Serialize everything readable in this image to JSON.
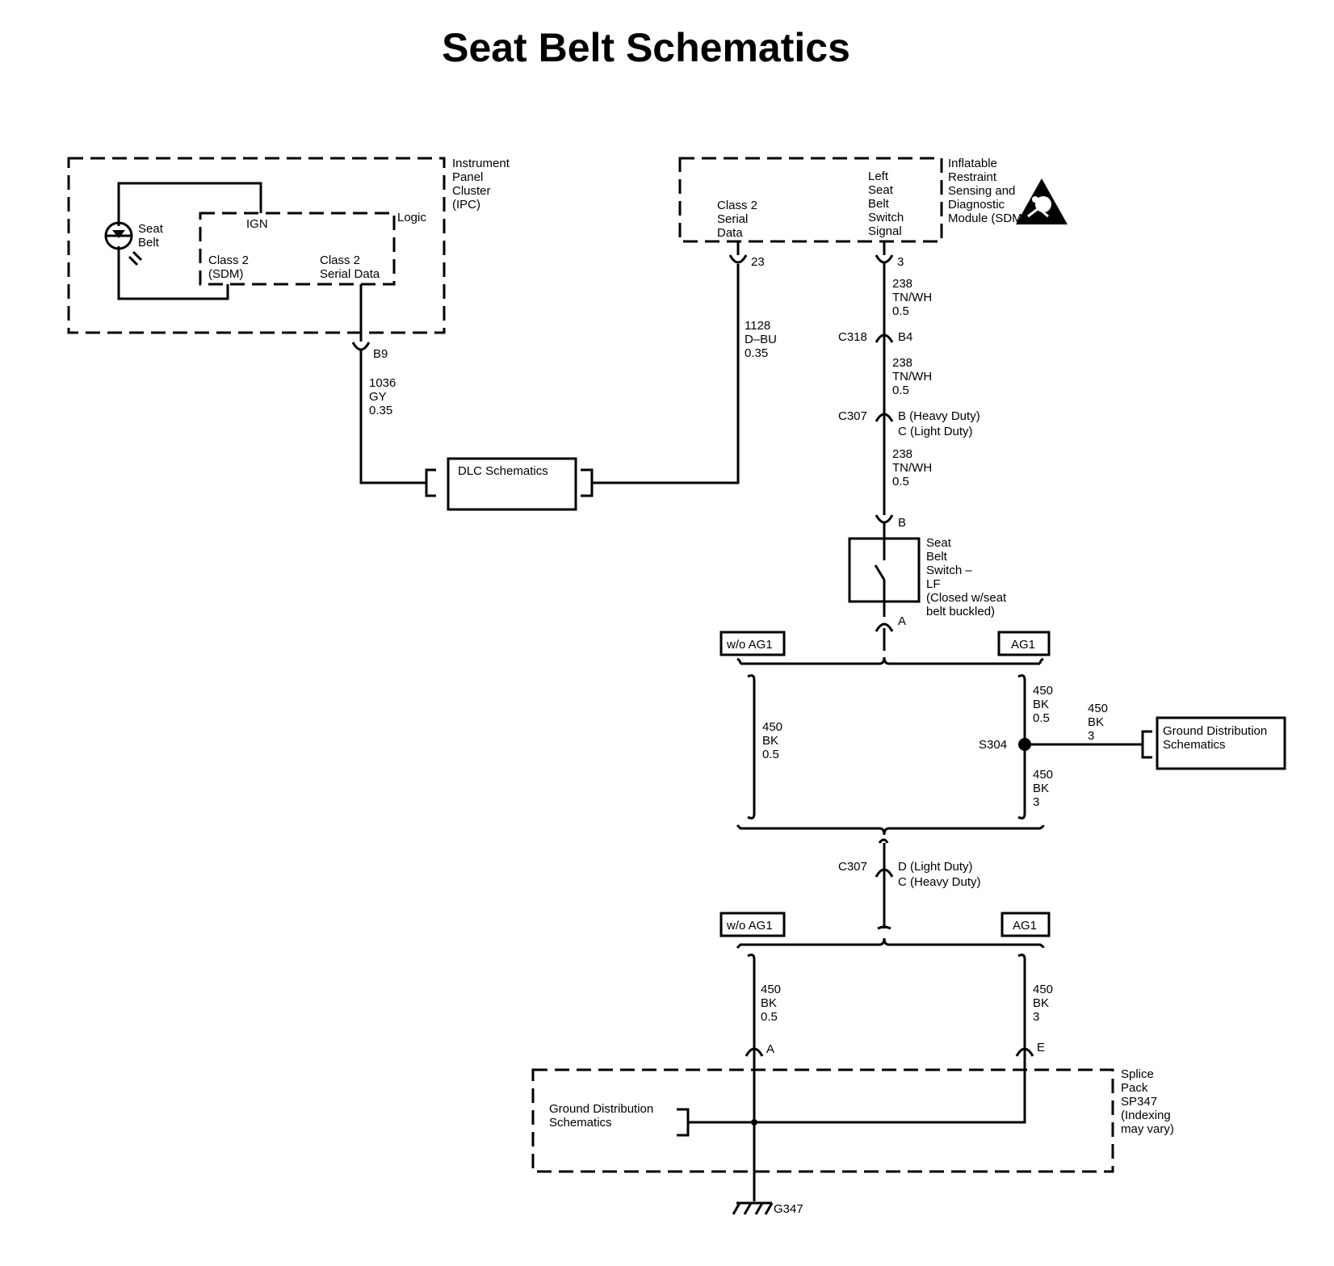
{
  "title": "Seat Belt Schematics",
  "ipc": {
    "name": [
      "Instrument",
      "Panel",
      "Cluster",
      "(IPC)"
    ],
    "indicator": [
      "Seat",
      "Belt"
    ],
    "ign": "IGN",
    "logic": "Logic",
    "class2_sdm": [
      "Class 2",
      "(SDM)"
    ],
    "class2_serial": [
      "Class 2",
      "Serial Data"
    ]
  },
  "sdm": {
    "name": [
      "Inflatable",
      "Restraint",
      "Sensing and",
      "Diagnostic",
      "Module (SDM)"
    ],
    "class2": [
      "Class 2",
      "Serial",
      "Data"
    ],
    "switch_signal": [
      "Left",
      "Seat",
      "Belt",
      "Switch",
      "Signal"
    ]
  },
  "pins": {
    "b9": "B9",
    "p23": "23",
    "p3": "3",
    "b4": "B4",
    "c307_top": [
      "B (Heavy Duty)",
      "C (Light Duty)"
    ],
    "b": "B",
    "a": "A",
    "c307_bot": [
      "D (Light Duty)",
      "C (Heavy Duty)"
    ],
    "sp_a": "A",
    "sp_e": "E"
  },
  "connectors": {
    "c318": "C318",
    "c307a": "C307",
    "c307b": "C307"
  },
  "wires": {
    "w1036": [
      "1036",
      "GY",
      "0.35"
    ],
    "w1128": [
      "1128",
      "D–BU",
      "0.35"
    ],
    "w238a": [
      "238",
      "TN/WH",
      "0.5"
    ],
    "w238b": [
      "238",
      "TN/WH",
      "0.5"
    ],
    "w238c": [
      "238",
      "TN/WH",
      "0.5"
    ],
    "w450_left": [
      "450",
      "BK",
      "0.5"
    ],
    "w450_right_top": [
      "450",
      "BK",
      "0.5"
    ],
    "w450_gnd": [
      "450",
      "BK",
      "3"
    ],
    "w450_right_bot": [
      "450",
      "BK",
      "3"
    ],
    "w450_low_left": [
      "450",
      "BK",
      "0.5"
    ],
    "w450_low_right": [
      "450",
      "BK",
      "3"
    ]
  },
  "dlc": "DLC Schematics",
  "switch": [
    "Seat",
    "Belt",
    "Switch –",
    "LF",
    "(Closed w/seat",
    "belt buckled)"
  ],
  "options": {
    "woag1_top": "w/o AG1",
    "ag1_top": "AG1",
    "woag1_bot": "w/o AG1",
    "ag1_bot": "AG1"
  },
  "s304": "S304",
  "ground_dist": [
    "Ground Distribution",
    "Schematics"
  ],
  "ground_dist_sp": [
    "Ground Distribution",
    "Schematics"
  ],
  "splice": [
    "Splice",
    "Pack",
    "SP347",
    "(Indexing",
    "may vary)"
  ],
  "ground": "G347",
  "icon": "airbag-warning-icon"
}
